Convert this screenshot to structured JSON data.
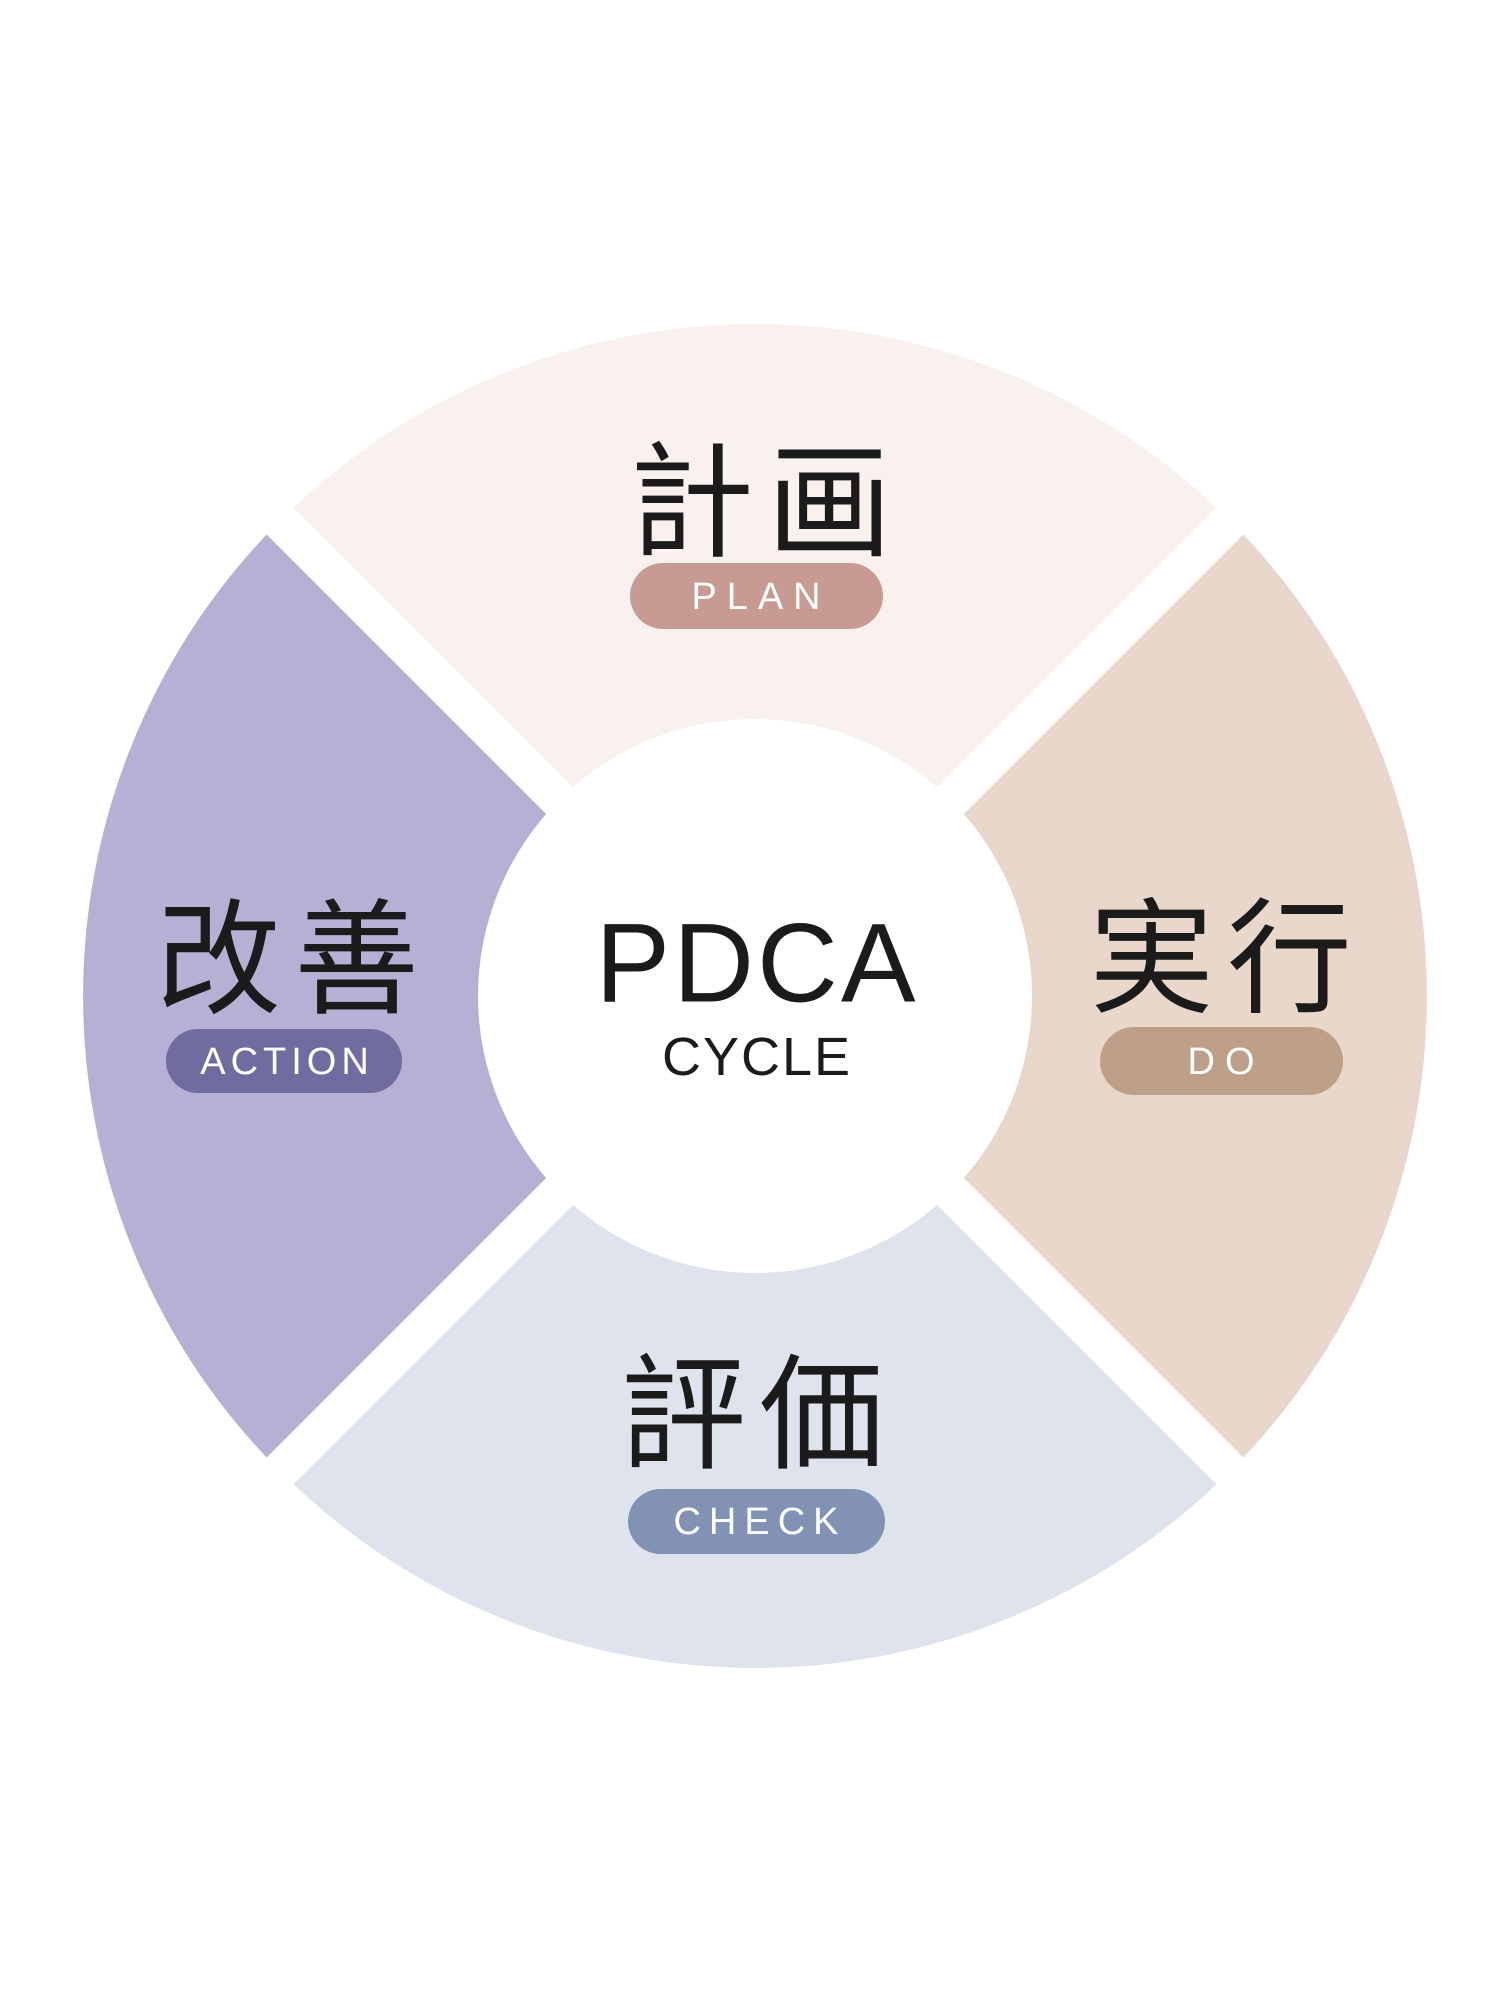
{
  "diagram": {
    "center": {
      "title": "PDCA",
      "subtitle": "CYCLE"
    },
    "segments": [
      {
        "id": "plan",
        "position": "top",
        "kanji": "計画",
        "label": "PLAN",
        "segment_color": "#f9f1ee",
        "badge_color": "#c79b91"
      },
      {
        "id": "do",
        "position": "right",
        "kanji": "実行",
        "label": "DO",
        "segment_color": "#e9d7cc",
        "badge_color": "#bda087"
      },
      {
        "id": "check",
        "position": "bottom",
        "kanji": "評価",
        "label": "CHECK",
        "segment_color": "#dee3ee",
        "badge_color": "#8292b5"
      },
      {
        "id": "action",
        "position": "left",
        "kanji": "改善",
        "label": "ACTION",
        "segment_color": "#b5b0d4",
        "badge_color": "#706c9f"
      }
    ],
    "colors": {
      "background": "#ffffff",
      "separator": "#ffffff",
      "kanji_text": "#1b1b1b",
      "center_text": "#1b1b1b",
      "badge_text": "#ffffff"
    }
  }
}
